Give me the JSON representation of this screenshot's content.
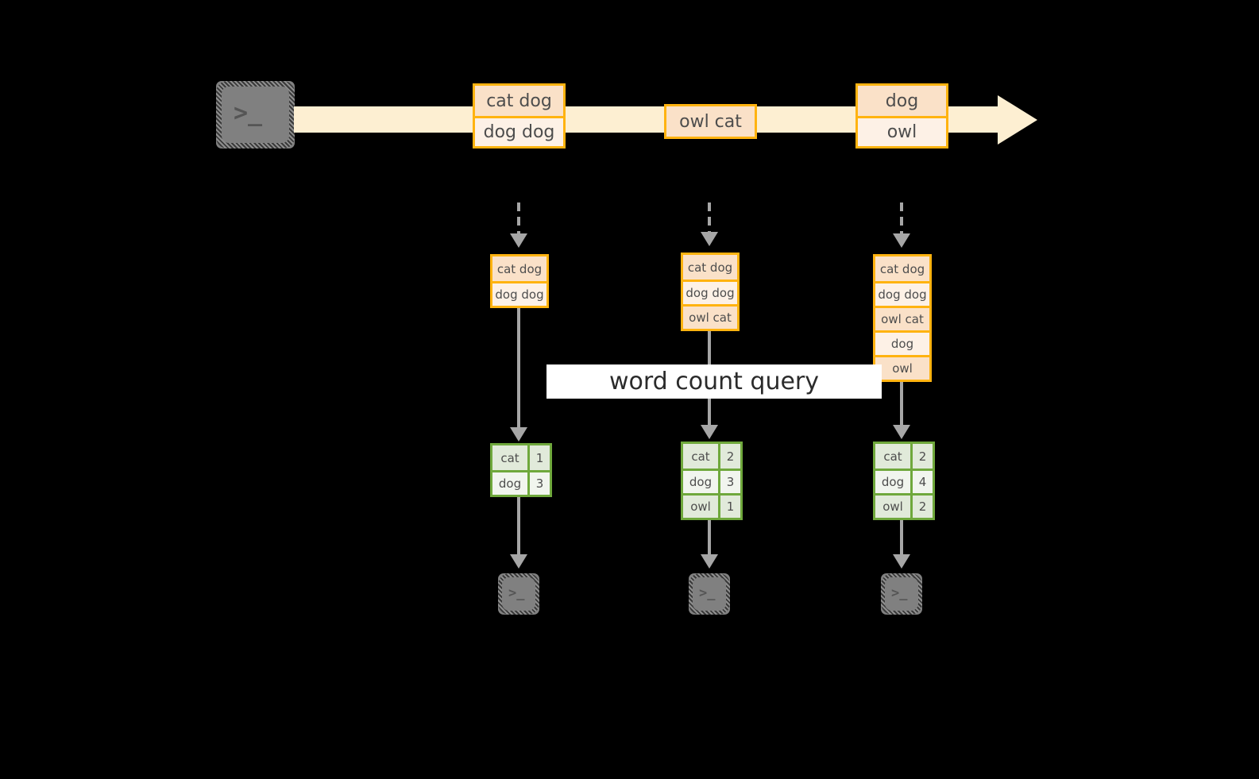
{
  "diagram": {
    "title": "word count query",
    "colors": {
      "background": "#000000",
      "stream_fill": "#fdefd2",
      "record_border": "#ffb310",
      "record_fill_dark": "#fae1c8",
      "record_fill_light": "#fdf1e6",
      "result_border": "#6fa83c",
      "result_fill_dark": "#e1eada",
      "result_fill_light": "#f1f5ee",
      "arrow": "#a6a6a6",
      "terminal_fill": "#808080",
      "banner_fill": "#ffffff",
      "text": "#4d4d4d"
    }
  },
  "source": {
    "icon": "terminal-icon",
    "glyph": ">_"
  },
  "stream": {
    "icon": "arrow-right-icon",
    "records": [
      {
        "lines": [
          "cat dog",
          "dog dog"
        ]
      },
      {
        "lines": [
          "owl cat"
        ]
      },
      {
        "lines": [
          "dog",
          "owl"
        ]
      }
    ]
  },
  "banner": {
    "label": "word count query"
  },
  "snapshots": [
    {
      "name": "snapshot-1",
      "input_lines": [
        "cat dog",
        "dog dog"
      ],
      "result_header": null,
      "results": [
        {
          "word": "cat",
          "count": "1"
        },
        {
          "word": "dog",
          "count": "3"
        }
      ],
      "sink": {
        "icon": "terminal-icon",
        "glyph": ">_"
      }
    },
    {
      "name": "snapshot-2",
      "input_lines": [
        "cat dog",
        "dog dog",
        "owl cat"
      ],
      "result_header": null,
      "results": [
        {
          "word": "cat",
          "count": "2"
        },
        {
          "word": "dog",
          "count": "3"
        },
        {
          "word": "owl",
          "count": "1"
        }
      ],
      "sink": {
        "icon": "terminal-icon",
        "glyph": ">_"
      }
    },
    {
      "name": "snapshot-3",
      "input_lines": [
        "cat dog",
        "dog dog",
        "owl cat",
        "dog",
        "owl"
      ],
      "result_header": null,
      "results": [
        {
          "word": "cat",
          "count": "2"
        },
        {
          "word": "dog",
          "count": "4"
        },
        {
          "word": "owl",
          "count": "2"
        }
      ],
      "sink": {
        "icon": "terminal-icon",
        "glyph": ">_"
      }
    }
  ]
}
